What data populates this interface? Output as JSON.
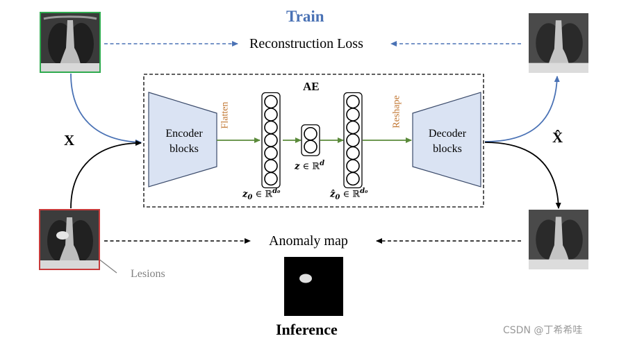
{
  "labels": {
    "train": "Train",
    "reconstruction_loss": "Reconstruction Loss",
    "ae": "AE",
    "x": "X",
    "x_hat": "X̂",
    "encoder_line1": "Encoder",
    "encoder_line2": "blocks",
    "decoder_line1": "Decoder",
    "decoder_line2": "blocks",
    "flatten": "Flatten",
    "reshape": "Reshape",
    "z0_var": "z",
    "z0_sub": "0",
    "z0_set": " ∈ ℝ",
    "z0_sup": "d₀",
    "z_var": "z",
    "z_set": " ∈ ℝ",
    "z_sup": "d",
    "zhat_var": "ẑ",
    "zhat_sub": "0",
    "zhat_set": " ∈ ℝ",
    "zhat_sup": "d₀",
    "anomaly_map": "Anomaly map",
    "lesions": "Lesions",
    "inference": "Inference",
    "watermark": "CSDN @丁希希哇"
  },
  "colors": {
    "train_blue": "#4a72b5",
    "flow_blue": "#4a72b5",
    "green_arrow": "#5a8a3a",
    "orange_label": "#c07530",
    "block_fill": "#dae3f3",
    "block_stroke": "#3a4a6a",
    "green_frame": "#2eaa4e",
    "red_frame": "#c83a3a",
    "lesion_gray": "#808080"
  },
  "layers": {
    "z0_nodes": 7,
    "z_nodes": 2,
    "zhat_nodes": 7
  }
}
